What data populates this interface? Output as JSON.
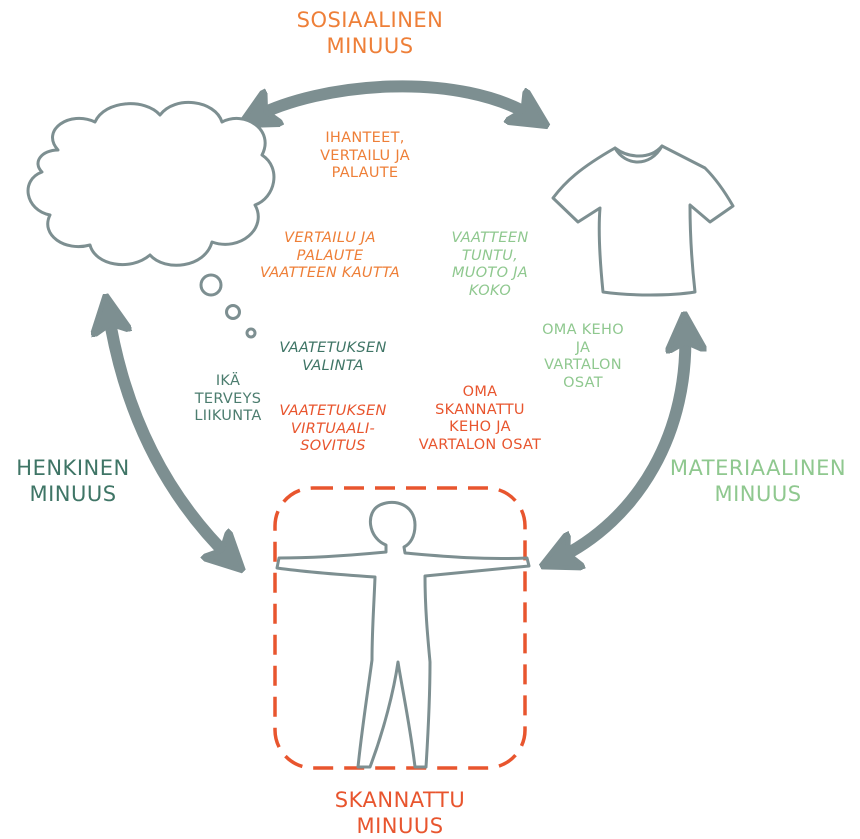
{
  "colors": {
    "arrow": "#7d8f91",
    "orange": "#ee7f38",
    "red_orange": "#e8552e",
    "dark_green": "#3f7566",
    "light_green": "#8fc88f",
    "teal_text": "#4c7d6f"
  },
  "icons": {
    "thought": "thought-cloud-icon",
    "shirt": "t-shirt-icon",
    "person": "person-outline-icon"
  },
  "labels": {
    "social_self": [
      "SOSIAALINEN",
      "MINUUS"
    ],
    "personal_self": [
      "HENKINEN",
      "MINUUS"
    ],
    "material_self": [
      "MATERIAALINEN",
      "MINUUS"
    ],
    "scanned_self": [
      "SKANNATTU",
      "MINUUS"
    ],
    "ideals": [
      "IHANTEET,",
      "VERTAILU JA",
      "PALAUTE"
    ],
    "comparison_clothing": [
      "VERTAILU JA",
      "PALAUTE",
      "VAATTEEN KAUTTA"
    ],
    "clothing_feel": [
      "VAATTEEN",
      "TUNTU,",
      "MUOTO JA",
      "KOKO"
    ],
    "own_body": [
      "OMA KEHO",
      "JA",
      "VARTALON",
      "OSAT"
    ],
    "clothing_choice": [
      "VAATETUKSEN",
      "VALINTA"
    ],
    "age_health": [
      "IKÄ",
      "TERVEYS",
      "LIIKUNTA"
    ],
    "virtual_fitting": [
      "VAATETUKSEN",
      "VIRTUAALI-",
      "SOVITUS"
    ],
    "scanned_body": [
      "OMA",
      "SKANNATTU",
      "KEHO  JA",
      "VARTALON OSAT"
    ]
  }
}
